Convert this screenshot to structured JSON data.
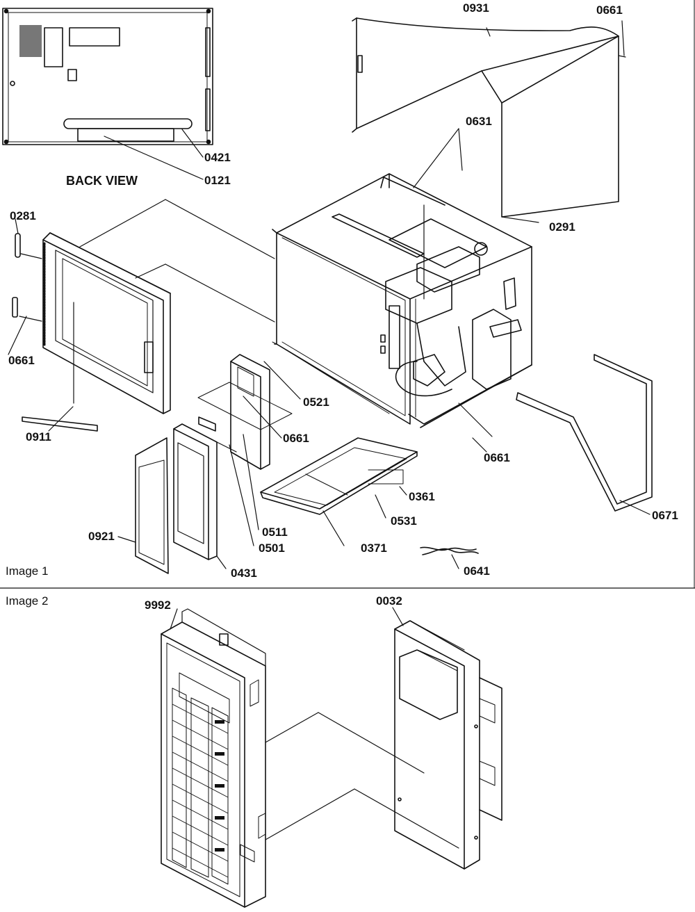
{
  "back_view": {
    "title": "BACK VIEW"
  },
  "sections": {
    "image1": "Image 1",
    "image2": "Image 2"
  },
  "parts": {
    "p0931": "0931",
    "p0661_top": "0661",
    "p0631": "0631",
    "p0291": "0291",
    "p0421": "0421",
    "p0121": "0121",
    "p0281": "0281",
    "p0661_left": "0661",
    "p0911": "0911",
    "p0521": "0521",
    "p0661_mid": "0661",
    "p0661_right": "0661",
    "p0361": "0361",
    "p0531": "0531",
    "p0671": "0671",
    "p0921": "0921",
    "p0511": "0511",
    "p0501": "0501",
    "p0371": "0371",
    "p0431": "0431",
    "p0641": "0641",
    "p9992": "9992",
    "p0032": "0032"
  }
}
